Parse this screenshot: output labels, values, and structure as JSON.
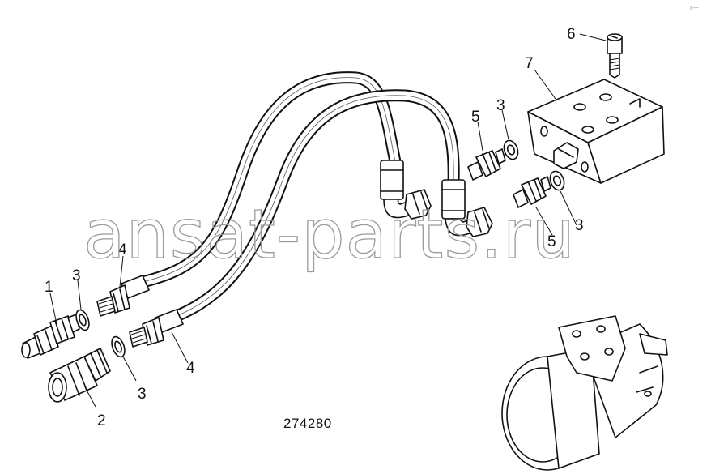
{
  "diagram": {
    "drawing_number": "274280",
    "watermark": "ansat-parts.ru",
    "corner_mark": "r—",
    "callouts": [
      {
        "id": "c1",
        "text": "1"
      },
      {
        "id": "c2",
        "text": "2"
      },
      {
        "id": "c3a",
        "text": "3"
      },
      {
        "id": "c3b",
        "text": "3"
      },
      {
        "id": "c3c",
        "text": "3"
      },
      {
        "id": "c3d",
        "text": "3"
      },
      {
        "id": "c4a",
        "text": "4"
      },
      {
        "id": "c4b",
        "text": "4"
      },
      {
        "id": "c5a",
        "text": "5"
      },
      {
        "id": "c5b",
        "text": "5"
      },
      {
        "id": "c6",
        "text": "6"
      },
      {
        "id": "c7",
        "text": "7"
      }
    ]
  }
}
